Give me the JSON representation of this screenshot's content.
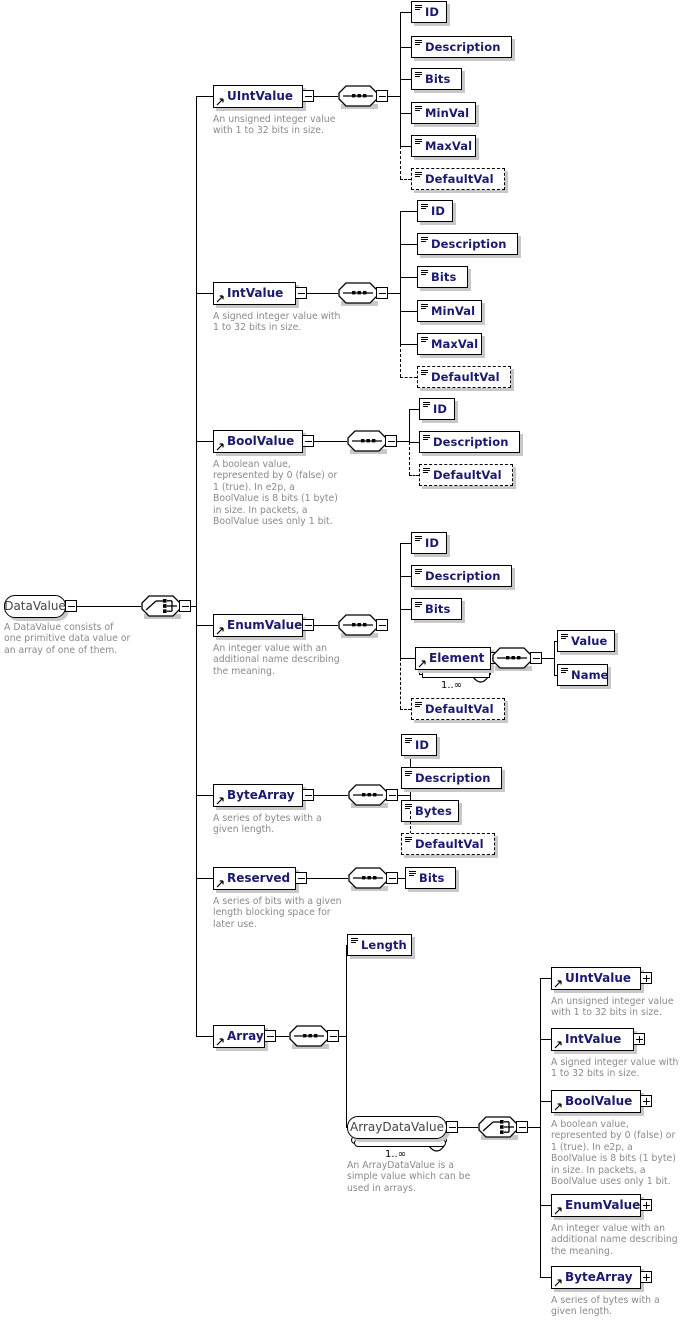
{
  "diagram": {
    "type": "xsd-schema-tree",
    "root": {
      "name": "DataValue",
      "shape": "rounded",
      "description": "A DataValue consists of one primitive data value or an array of one of them.",
      "compositor": "choice"
    },
    "branches": [
      {
        "name": "UIntValue",
        "toggle": "minus",
        "description": "An unsigned integer value with 1 to 32 bits in size.",
        "compositor": "sequence",
        "children": [
          {
            "name": "ID",
            "optional": false
          },
          {
            "name": "Description",
            "optional": false
          },
          {
            "name": "Bits",
            "optional": false
          },
          {
            "name": "MinVal",
            "optional": false
          },
          {
            "name": "MaxVal",
            "optional": false
          },
          {
            "name": "DefaultVal",
            "optional": true
          }
        ]
      },
      {
        "name": "IntValue",
        "toggle": "minus",
        "description": "A signed integer value with 1 to 32 bits in size.",
        "compositor": "sequence",
        "children": [
          {
            "name": "ID",
            "optional": false
          },
          {
            "name": "Description",
            "optional": false
          },
          {
            "name": "Bits",
            "optional": false
          },
          {
            "name": "MinVal",
            "optional": false
          },
          {
            "name": "MaxVal",
            "optional": false
          },
          {
            "name": "DefaultVal",
            "optional": true
          }
        ]
      },
      {
        "name": "BoolValue",
        "toggle": "minus",
        "description": "A boolean value, represented by 0 (false) or 1 (true). In e2p, a BoolValue is 8 bits (1 byte) in size. In packets, a BoolValue uses only 1 bit.",
        "compositor": "sequence",
        "children": [
          {
            "name": "ID",
            "optional": false
          },
          {
            "name": "Description",
            "optional": false
          },
          {
            "name": "DefaultVal",
            "optional": true
          }
        ]
      },
      {
        "name": "EnumValue",
        "toggle": "minus",
        "description": "An integer value with an additional name describing the meaning.",
        "compositor": "sequence",
        "children": [
          {
            "name": "ID",
            "optional": false
          },
          {
            "name": "Description",
            "optional": false
          },
          {
            "name": "Bits",
            "optional": false
          },
          {
            "name": "Element",
            "optional": false,
            "repeat": "1..∞",
            "toggle": "minus",
            "compositor": "sequence",
            "children": [
              {
                "name": "Value",
                "optional": false
              },
              {
                "name": "Name",
                "optional": false
              }
            ]
          },
          {
            "name": "DefaultVal",
            "optional": true
          }
        ]
      },
      {
        "name": "ByteArray",
        "toggle": "minus",
        "description": "A series of bytes with a given length.",
        "compositor": "sequence",
        "children": [
          {
            "name": "ID",
            "optional": false
          },
          {
            "name": "Description",
            "optional": false
          },
          {
            "name": "Bytes",
            "optional": false
          },
          {
            "name": "DefaultVal",
            "optional": true
          }
        ]
      },
      {
        "name": "Reserved",
        "toggle": "minus",
        "description": "A series of bits with a given length blocking space for later use.",
        "compositor": "sequence",
        "children": [
          {
            "name": "Bits",
            "optional": false
          }
        ]
      },
      {
        "name": "Array",
        "toggle": "minus",
        "description": "",
        "compositor": "sequence",
        "children": [
          {
            "name": "Length",
            "optional": false
          },
          {
            "name": "ArrayDataValue",
            "shape": "rounded",
            "repeat": "1..∞",
            "toggle": "minus",
            "description": "An ArrayDataValue is a simple value which can be used in arrays.",
            "compositor": "choice",
            "children": [
              {
                "name": "UIntValue",
                "toggle": "plus",
                "description": "An unsigned integer value with 1 to 32 bits in size."
              },
              {
                "name": "IntValue",
                "toggle": "plus",
                "description": "A signed integer value with 1 to 32 bits in size."
              },
              {
                "name": "BoolValue",
                "toggle": "plus",
                "description": "A boolean value, represented by 0 (false) or 1 (true). In e2p, a BoolValue is 8 bits (1 byte) in size. In packets, a BoolValue uses only 1 bit."
              },
              {
                "name": "EnumValue",
                "toggle": "plus",
                "description": "An integer value with an additional name describing the meaning."
              },
              {
                "name": "ByteArray",
                "toggle": "plus",
                "description": "A series of bytes with a given length."
              }
            ]
          }
        ]
      }
    ],
    "colors": {
      "label": "#1a1a6e",
      "description": "#8a8a8a",
      "line": "#000000",
      "shadow": "#c8c8c8",
      "background": "#ffffff"
    }
  }
}
